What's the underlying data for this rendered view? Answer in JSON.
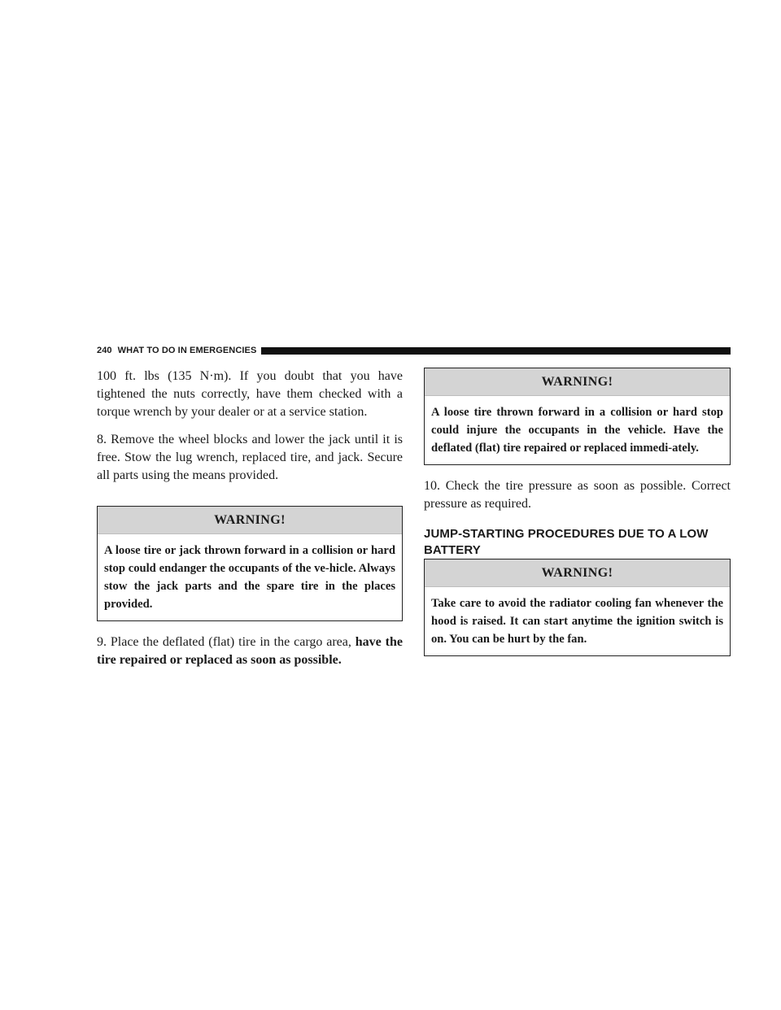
{
  "header": {
    "page_number": "240",
    "section_title": "WHAT TO DO IN EMERGENCIES"
  },
  "left_column": {
    "para_torque": "100 ft. lbs (135 N·m). If you doubt that you have tightened the nuts correctly, have them checked with a torque wrench by your dealer or at a service station.",
    "para_step8": "8. Remove the wheel blocks and lower the jack until it is free. Stow the lug wrench, replaced tire, and jack. Secure all parts using the means provided.",
    "warning1": {
      "title": "WARNING!",
      "text": "A loose tire or jack thrown forward in a collision or hard stop could endanger the occupants of the ve-hicle. Always stow the jack parts and the spare tire in the places provided."
    },
    "para_step9_plain": "9. Place the deflated (flat) tire in the cargo area, ",
    "para_step9_bold": "have the tire repaired or replaced as soon as possible."
  },
  "right_column": {
    "warning2": {
      "title": "WARNING!",
      "text": "A loose tire thrown forward in a collision or hard stop could injure the occupants in the vehicle. Have the deflated (flat) tire repaired or replaced immedi-ately."
    },
    "para_step10": "10. Check the tire pressure as soon as possible. Correct pressure as required.",
    "heading_jump": "JUMP-STARTING PROCEDURES DUE TO A LOW BATTERY",
    "warning3": {
      "title": "WARNING!",
      "text": "Take care to avoid the radiator cooling fan whenever the hood is raised. It can start anytime the ignition switch is on. You can be hurt by the fan."
    }
  }
}
